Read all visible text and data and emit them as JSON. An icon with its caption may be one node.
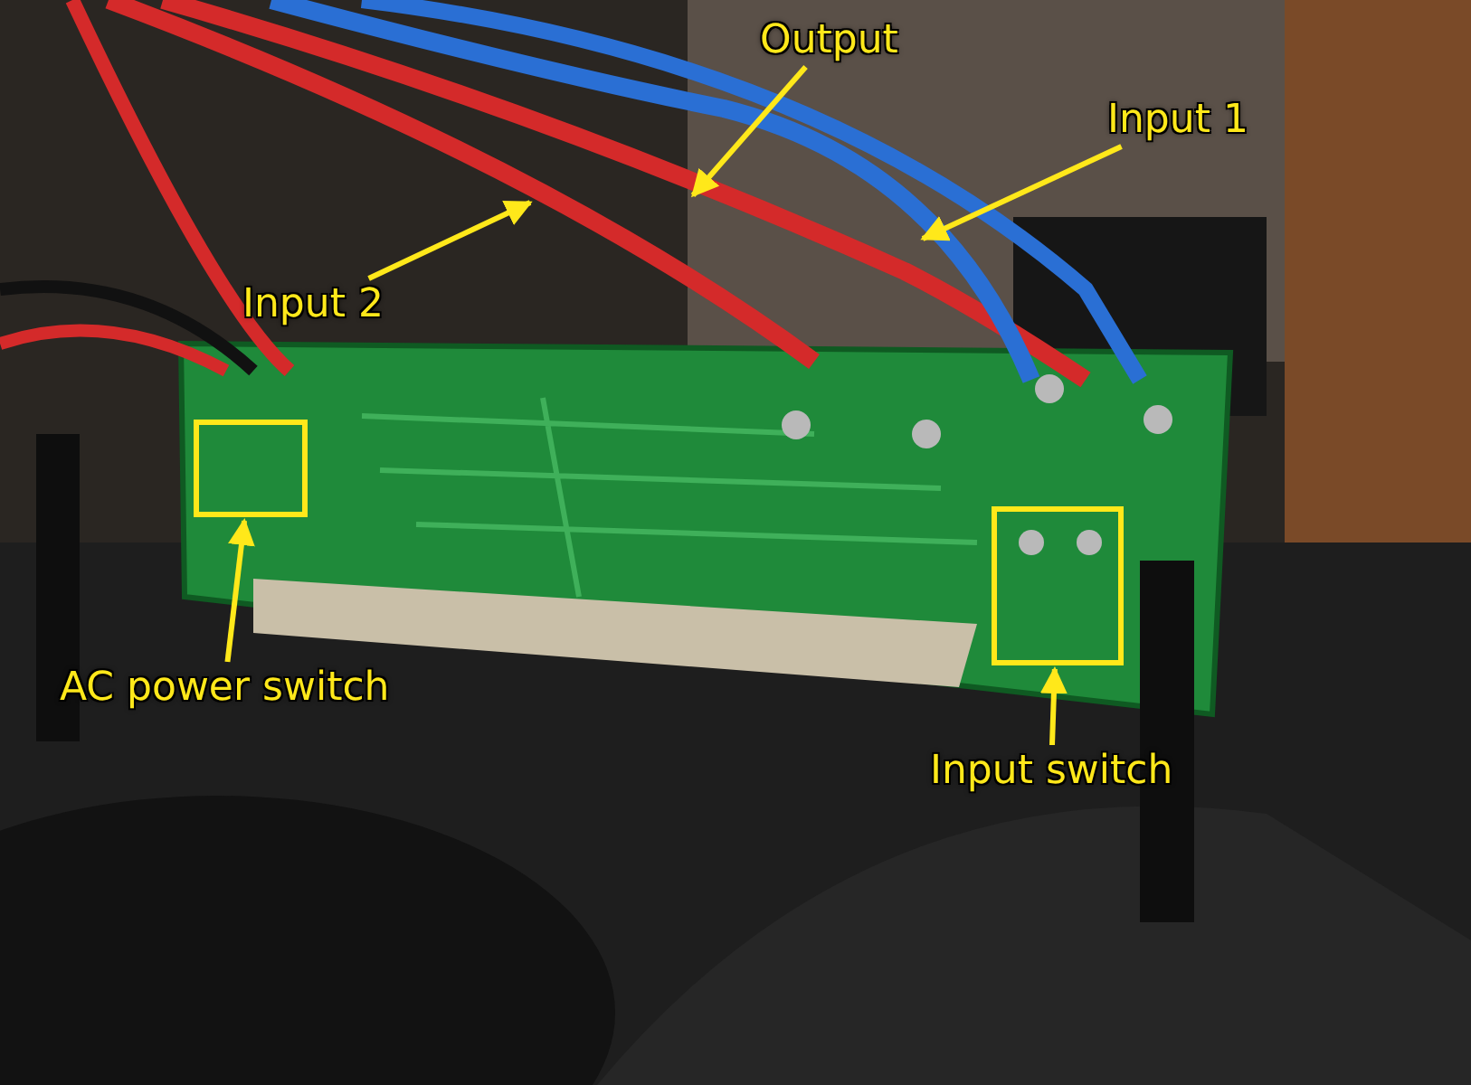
{
  "diagram": {
    "nodes": [
      {
        "text": [
          "Output"
        ]
      },
      {
        "text": [
          "Input 1"
        ]
      },
      {
        "text": [
          "Input 2"
        ]
      },
      {
        "text": [],
        "shape": "box"
      },
      {
        "text": [],
        "shape": "box"
      },
      {
        "text": [
          "AC power switch"
        ]
      },
      {
        "text": [
          "Input switch"
        ]
      }
    ],
    "edges": [
      {
        "from": 0,
        "to": null,
        "arrow": "to"
      },
      {
        "from": 1,
        "to": null,
        "arrow": "to"
      },
      {
        "from": 2,
        "to": null,
        "arrow": "to"
      },
      {
        "from": 5,
        "to": 3,
        "arrow": "to"
      },
      {
        "from": 6,
        "to": 4,
        "arrow": "to"
      }
    ]
  }
}
